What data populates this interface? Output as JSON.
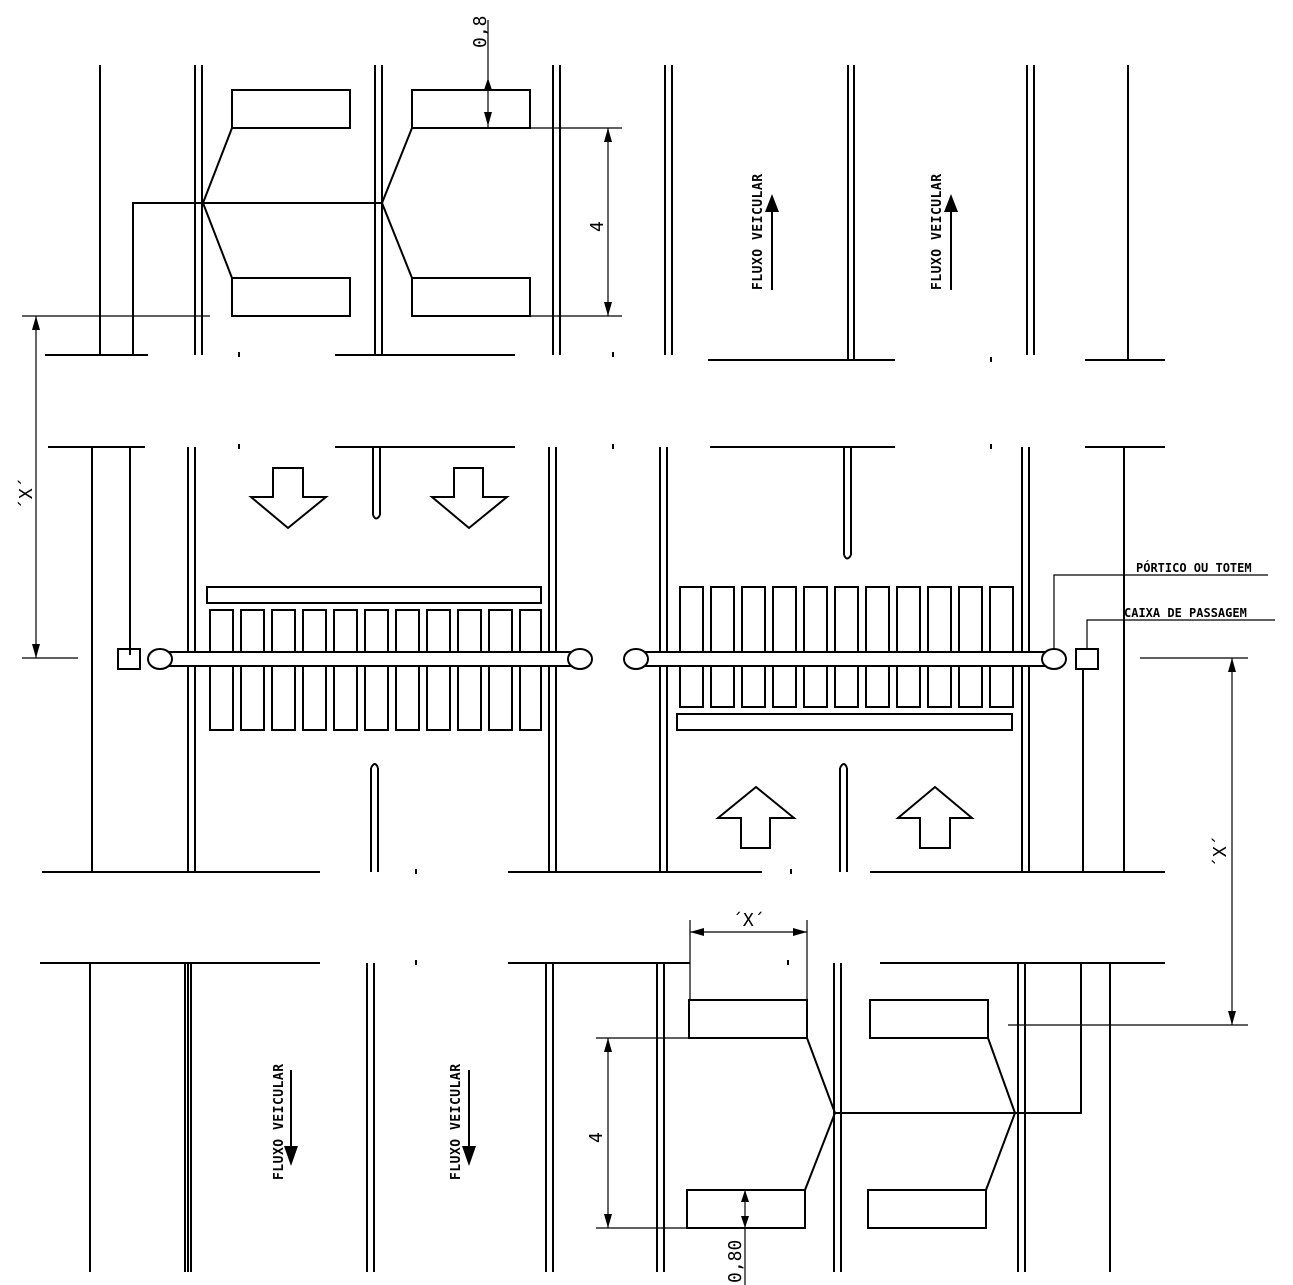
{
  "labels": {
    "flow": "FLUXO VEICULAR",
    "portico": "PÓRTICO OU TOTEM",
    "caixa": "CAIXA DE PASSAGEM"
  },
  "dimensions": {
    "gap_top": "0,8",
    "length_top": "4",
    "x_left": "´X´",
    "x_right": "´X´",
    "x_bottom": "´X´",
    "length_bottom": "4",
    "gap_bottom": "0,80"
  }
}
